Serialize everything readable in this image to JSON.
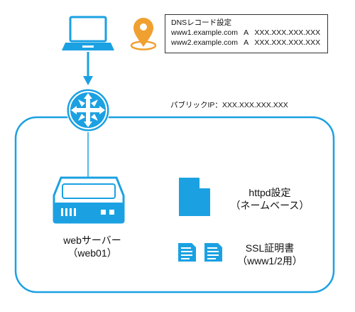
{
  "dns": {
    "title": "DNSレコード設定",
    "records": [
      {
        "host": "www1.example.com",
        "type": "A",
        "ip": "XXX.XXX.XXX.XXX"
      },
      {
        "host": "www2.example.com",
        "type": "A",
        "ip": "XXX.XXX.XXX.XXX"
      }
    ]
  },
  "public_ip_label": "パブリックIP：XXX.XXX.XXX.XXX",
  "server": {
    "name": "webサーバー",
    "host": "（web01）"
  },
  "httpd": {
    "line1": "httpd設定",
    "line2": "（ネームベース）"
  },
  "ssl": {
    "line1": "SSL証明書",
    "line2": "（www1/2用）"
  },
  "colors": {
    "accent": "#1ba1e2",
    "location_pin": "#f0a030",
    "border": "#333333"
  },
  "icons": [
    "laptop-icon",
    "location-pin-icon",
    "router-icon",
    "server-icon",
    "document-icon",
    "certificate-icon"
  ]
}
